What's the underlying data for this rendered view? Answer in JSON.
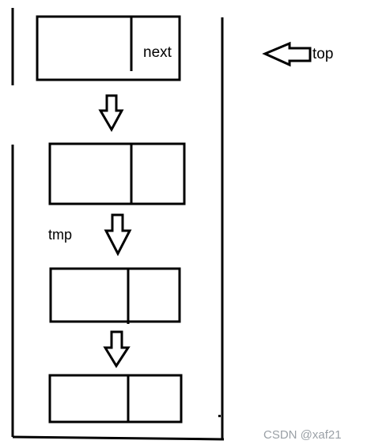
{
  "labels": {
    "next": "next",
    "top": "top",
    "tmp": "tmp"
  },
  "watermark": "CSDN @xaf21",
  "colors": {
    "stroke": "#000000",
    "background": "#ffffff",
    "watermark": "#9aa0a6"
  }
}
